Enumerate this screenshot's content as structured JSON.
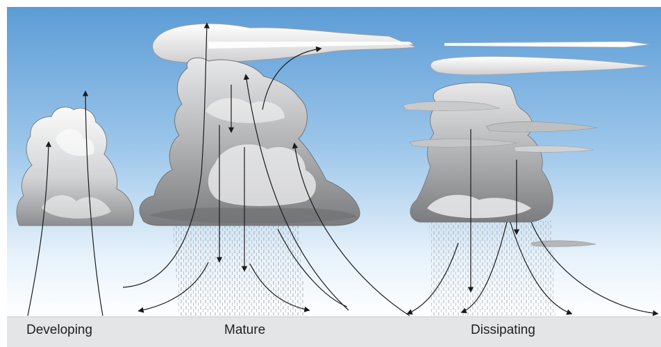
{
  "stages": [
    {
      "label": "Developing"
    },
    {
      "label": "Mature"
    },
    {
      "label": "Dissipating"
    }
  ],
  "colors": {
    "sky_top": "#5f9fd8",
    "sky_bottom": "#ffffff",
    "ground": "#e4e5e7",
    "cloud_light": "#f7f7f7",
    "cloud_dark": "#8e8e90",
    "arrow": "#1a1a1a"
  }
}
